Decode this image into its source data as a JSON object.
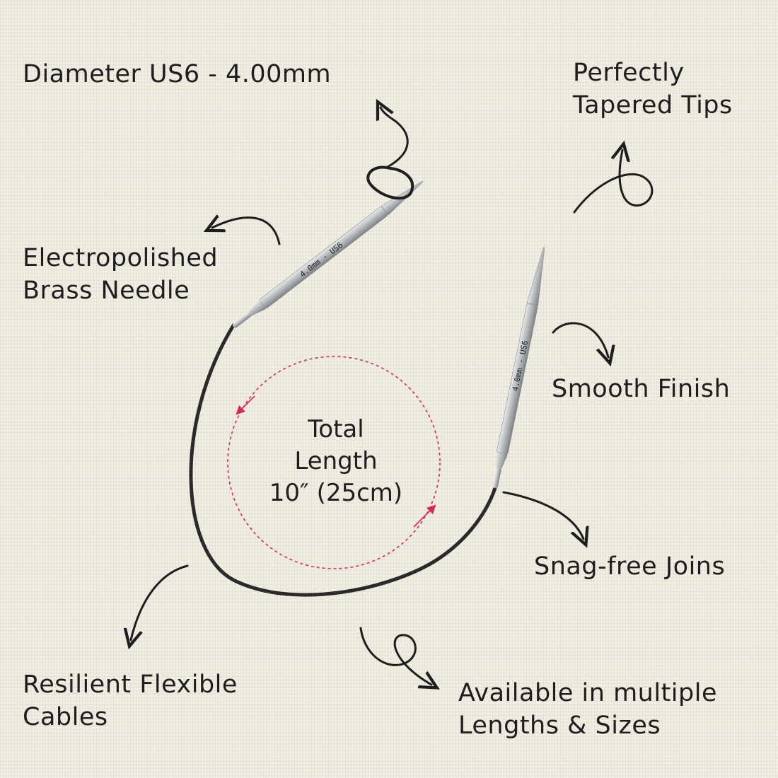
{
  "labels": {
    "diameter": "Diameter US6 - 4.00mm",
    "tapered_line1": "Perfectly",
    "tapered_line2": "Tapered Tips",
    "electro_line1": "Electropolished",
    "electro_line2": "Brass Needle",
    "smooth": "Smooth Finish",
    "snag": "Snag-free Joins",
    "resilient_line1": "Resilient Flexible",
    "resilient_line2": "Cables",
    "available_line1": "Available in multiple",
    "available_line2": "Lengths & Sizes"
  },
  "length": {
    "line1": "Total",
    "line2": "Length",
    "line3": "10″ (25cm)"
  },
  "needle_marking": "4.0mm - US6",
  "colors": {
    "background": "#ece8dc",
    "text": "#1e1e1e",
    "accent": "#d02a5a",
    "metal": "#b9bcbf",
    "cable": "#2a2a2a"
  }
}
